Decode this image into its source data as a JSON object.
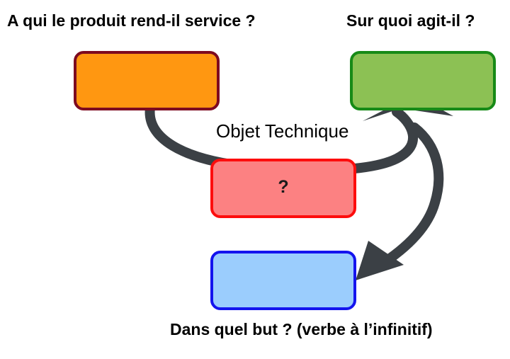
{
  "diagram": {
    "title_top_left": "A qui le produit rend-il service ?",
    "title_top_right": "Sur quoi agit-il ?",
    "title_bottom": "Dans quel but ? (verbe à l’infinitif)",
    "center_label": "Objet Technique",
    "nodes": [
      {
        "id": "orange",
        "text": "",
        "fill": "#ff9711",
        "stroke": "#7d0a20"
      },
      {
        "id": "green",
        "text": "",
        "fill": "#8cc154",
        "stroke": "#178a17"
      },
      {
        "id": "red",
        "text": "?",
        "fill": "#fc8182",
        "stroke": "#fd0d0d"
      },
      {
        "id": "blue",
        "text": "",
        "fill": "#9bcdfd",
        "stroke": "#1414ee"
      }
    ],
    "arrows": [
      {
        "id": "orange-to-green",
        "from": "orange",
        "to": "green",
        "color": "#3b4045"
      },
      {
        "id": "curve-to-blue",
        "from": "green",
        "to": "blue",
        "color": "#3b4045"
      }
    ],
    "background": "#ffffff",
    "text_color": "#000000"
  }
}
